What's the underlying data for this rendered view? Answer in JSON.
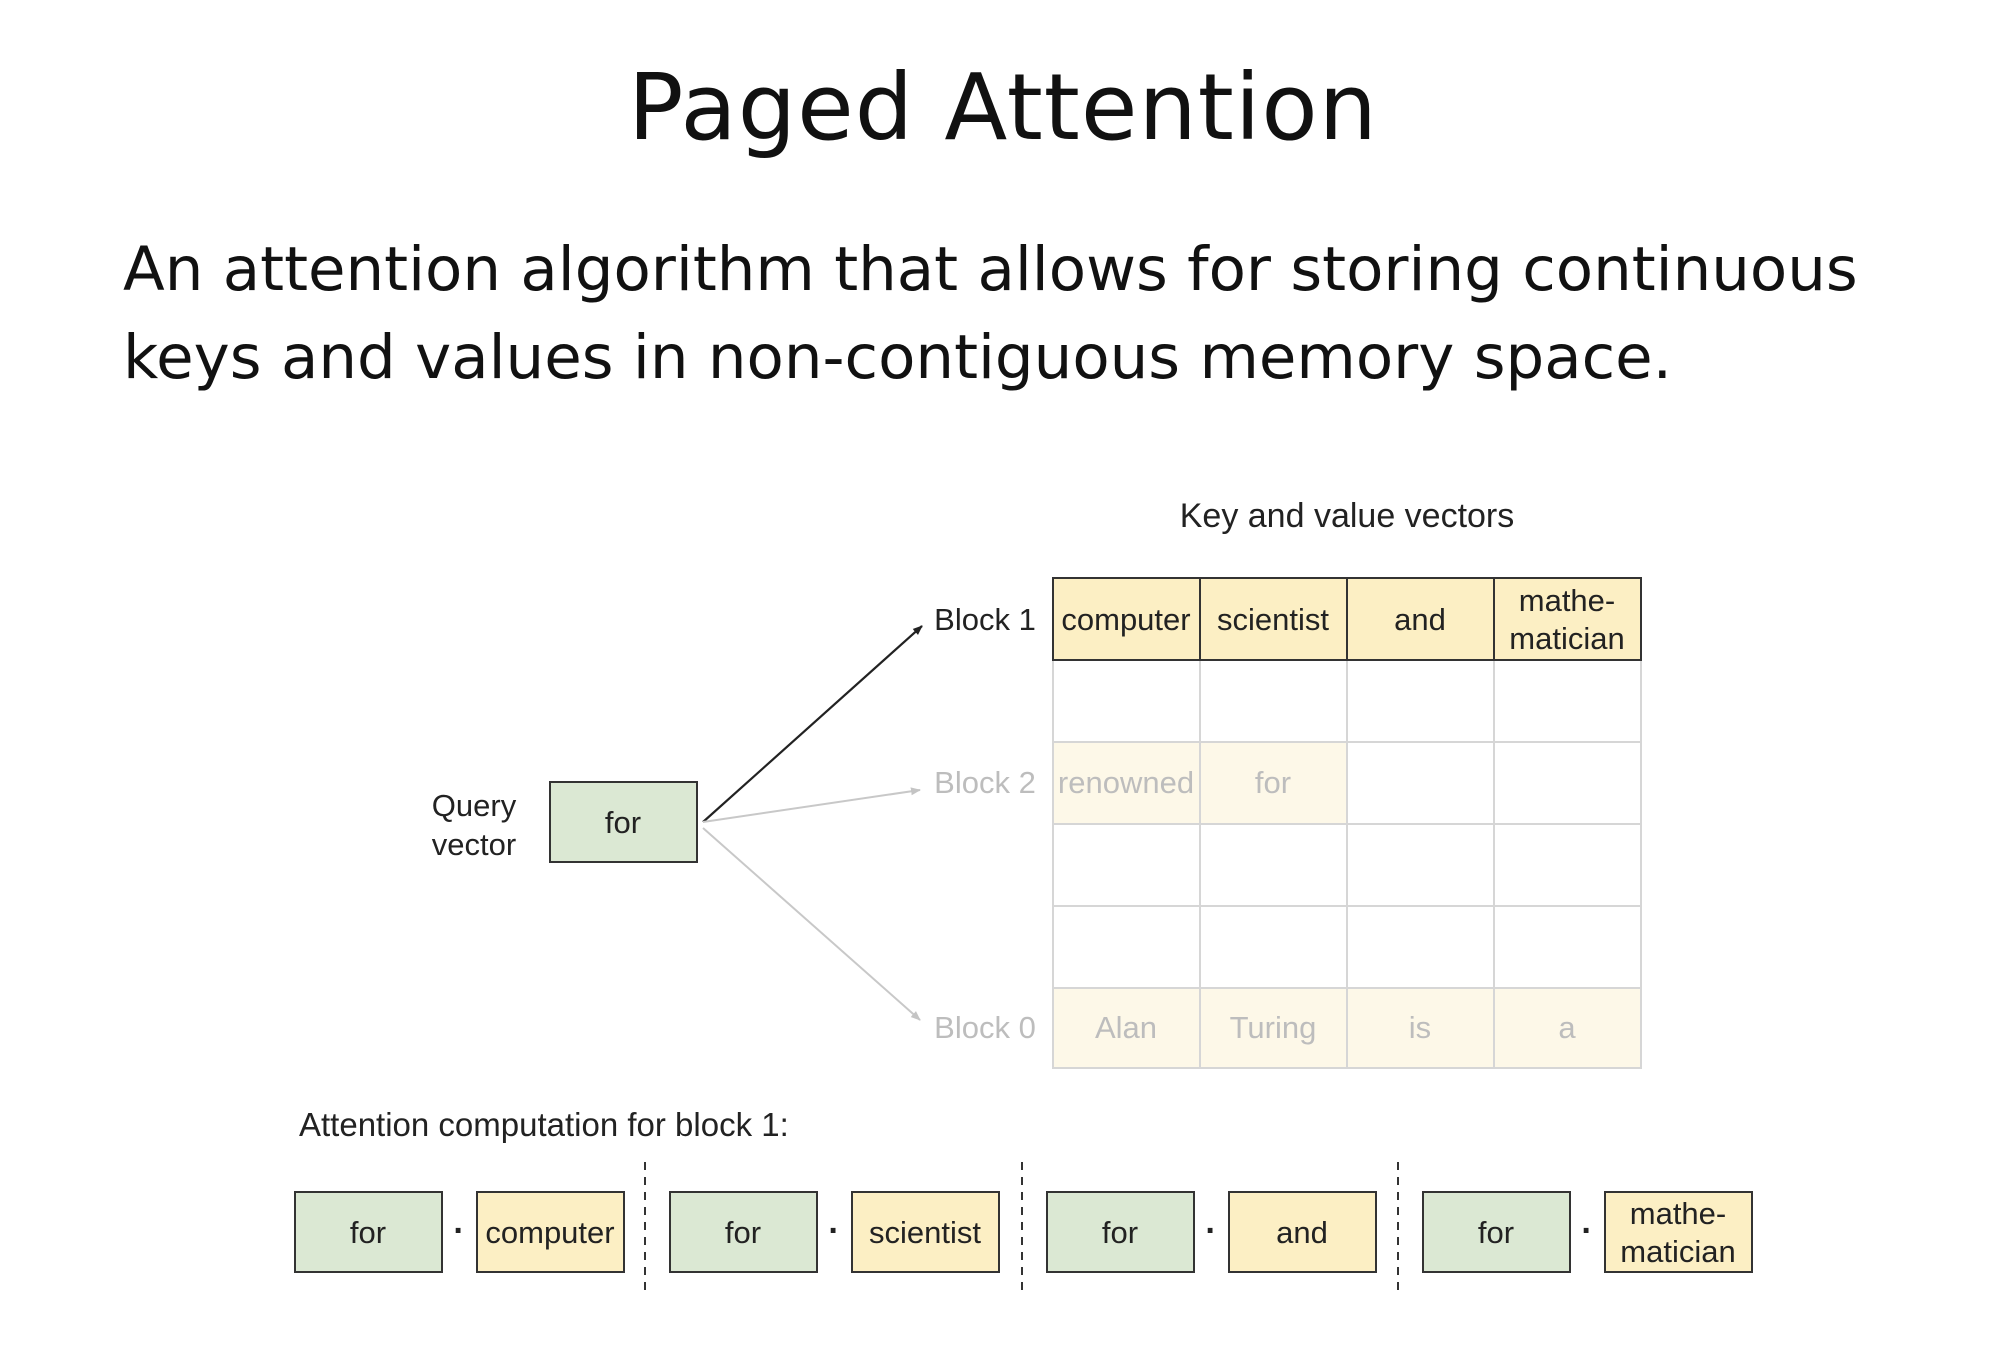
{
  "slide": {
    "title": "Paged Attention",
    "description_lines": [
      "An attention algorithm that allows for storing continuous",
      "keys and values in non-contiguous memory space."
    ]
  },
  "diagram": {
    "kv_header": "Key and value vectors",
    "query_label_lines": [
      "Query",
      "vector"
    ],
    "query_token": "for",
    "blocks": [
      {
        "label": "Block 1",
        "active": true,
        "tokens": [
          [
            "computer"
          ],
          [
            "scientist"
          ],
          [
            "and"
          ],
          [
            "mathe-",
            "matician"
          ]
        ]
      },
      {
        "label": "Block 2",
        "active": false,
        "tokens": [
          [
            "renowned"
          ],
          [
            "for"
          ],
          [],
          []
        ]
      },
      {
        "label": "Block 0",
        "active": false,
        "tokens": [
          [
            "Alan"
          ],
          [
            "Turing"
          ],
          [
            "is"
          ],
          [
            "a"
          ]
        ]
      }
    ],
    "computation_label": "Attention computation for block 1:",
    "dot_symbol": "·",
    "computation_pairs": [
      {
        "query": "for",
        "key": [
          "computer"
        ]
      },
      {
        "query": "for",
        "key": [
          "scientist"
        ]
      },
      {
        "query": "for",
        "key": [
          "and"
        ]
      },
      {
        "query": "for",
        "key": [
          "mathe-",
          "matician"
        ]
      }
    ]
  },
  "colors": {
    "query_fill": "#dbe8d3",
    "key_fill": "#fcefc4",
    "key_fill_faded": "#fdf8e8",
    "stroke_dark": "#333333",
    "stroke_light": "#d2d2d2",
    "text_faded": "#bdbdbd"
  }
}
